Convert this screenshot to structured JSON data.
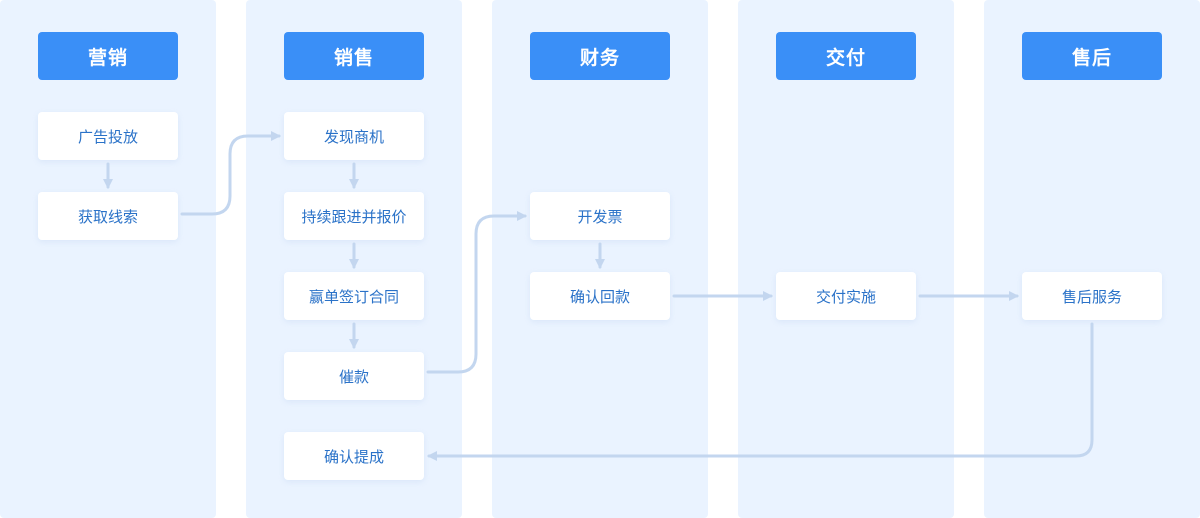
{
  "lanes": [
    {
      "title": "营销",
      "nodes": [
        "广告投放",
        "获取线索"
      ]
    },
    {
      "title": "销售",
      "nodes": [
        "发现商机",
        "持续跟进并报价",
        "赢单签订合同",
        "催款",
        "确认提成"
      ]
    },
    {
      "title": "财务",
      "nodes": [
        "开发票",
        "确认回款"
      ]
    },
    {
      "title": "交付",
      "nodes": [
        "交付实施"
      ]
    },
    {
      "title": "售后",
      "nodes": [
        "售后服务"
      ]
    }
  ],
  "colors": {
    "lane_bg": "#eaf3ff",
    "header_bg": "#3a8ff7",
    "node_text": "#2a72c8",
    "connector": "#c3d6ef"
  }
}
